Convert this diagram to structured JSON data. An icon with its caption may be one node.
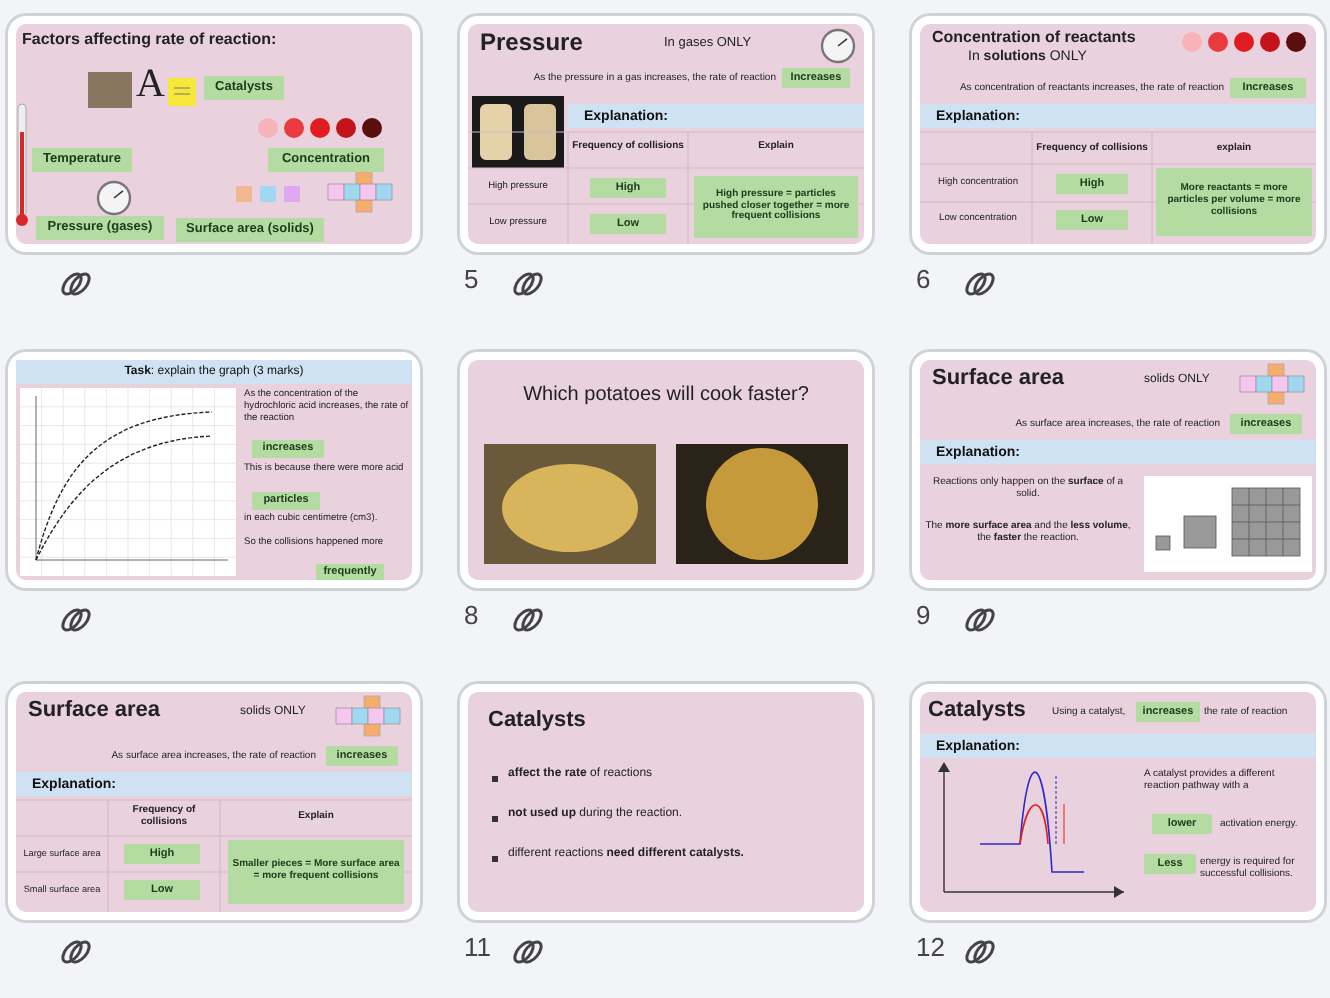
{
  "diagram": {
    "nodes": [
      {
        "text": [
          "Factors affecting rate of reaction:",
          "A"
        ]
      },
      {
        "text": [
          "Catalysts"
        ],
        "in": 0
      },
      {
        "text": [
          "Temperature"
        ],
        "in": 0
      },
      {
        "text": [
          "Concentration"
        ],
        "in": 0
      },
      {
        "text": [
          "Pressure (gases)"
        ],
        "in": 0
      },
      {
        "text": [
          "Surface area (solids)"
        ],
        "in": 0
      },
      {
        "text": [
          "Pressure",
          "In gases ONLY",
          "As the pressure in a gas increases, the rate of reaction",
          "Frequency of collisions",
          "Explain",
          "High pressure",
          "Low pressure"
        ],
        "beside": [
          "5"
        ]
      },
      {
        "text": [
          "Increases"
        ],
        "in": 6
      },
      {
        "text": [
          "Explanation:"
        ],
        "in": 6
      },
      {
        "text": [
          "High"
        ],
        "in": 6
      },
      {
        "text": [
          "Low"
        ],
        "in": 6
      },
      {
        "text": [
          "High pressure = particles pushed closer together = more frequent collisions"
        ],
        "in": 6
      },
      {
        "text": [
          "Concentration of reactants",
          "In **solutions** ONLY",
          "As concentration of reactants increases, the rate of reaction",
          "Frequency of collisions",
          "explain",
          "High concentration",
          "Low concentration"
        ],
        "beside": [
          "6"
        ]
      },
      {
        "text": [
          "Increases"
        ],
        "in": 12
      },
      {
        "text": [
          "Explanation:"
        ],
        "in": 12
      },
      {
        "text": [
          "High"
        ],
        "in": 12
      },
      {
        "text": [
          "Low"
        ],
        "in": 12
      },
      {
        "text": [
          "More reactants = more particles per volume = more collisions"
        ],
        "in": 12
      },
      {
        "text": [
          "As the concentration of the hydrochloric acid increases, the rate of the reaction",
          "This is because there were more acid",
          "in each cubic centimetre (cm3).",
          "So the collisions happened more"
        ]
      },
      {
        "text": [
          "**Task**: explain the graph (3 marks)"
        ],
        "in": 18
      },
      {
        "text": [
          "increases"
        ],
        "in": 18
      },
      {
        "text": [
          "particles"
        ],
        "in": 18
      },
      {
        "text": [
          "frequently"
        ],
        "in": 18
      },
      {
        "text": [
          "Which potatoes will cook faster?"
        ],
        "beside": [
          "8"
        ]
      },
      {
        "text": [
          "Surface area",
          "solids ONLY",
          "As surface area increases, the rate of reaction",
          "Reactions only happen on the **surface** of a solid.",
          "The **more surface area** and the **less volume**, the **faster** the reaction."
        ],
        "beside": [
          "9"
        ]
      },
      {
        "text": [
          "increases"
        ],
        "in": 24
      },
      {
        "text": [
          "Explanation:"
        ],
        "in": 24
      },
      {
        "text": [
          "Surface area",
          "solids ONLY",
          "As surface area increases, the rate of reaction",
          "Frequency of collisions",
          "Explain",
          "Large surface area",
          "Small surface area"
        ]
      },
      {
        "text": [
          "increases"
        ],
        "in": 27
      },
      {
        "text": [
          "Explanation:"
        ],
        "in": 27
      },
      {
        "text": [
          "High"
        ],
        "in": 27
      },
      {
        "text": [
          "Low"
        ],
        "in": 27
      },
      {
        "text": [
          "Smaller pieces = More surface area = more frequent collisions"
        ],
        "in": 27
      },
      {
        "text": [
          "Catalysts",
          "**affect the rate** of reactions",
          "**not used up** during the reaction.",
          "different reactions **need different catalysts.**"
        ],
        "beside": [
          "11"
        ]
      },
      {
        "text": [
          "Catalysts",
          "Using a catalyst,",
          "the rate of reaction",
          "A catalyst provides a different reaction pathway with a",
          "activation energy.",
          "energy is required for successful collisions."
        ],
        "beside": [
          "12"
        ]
      },
      {
        "text": [
          "increases"
        ],
        "in": 34
      },
      {
        "text": [
          "Explanation:"
        ],
        "in": 34
      },
      {
        "text": [
          "lower"
        ],
        "in": 34
      },
      {
        "text": [
          "Less"
        ],
        "in": 34
      }
    ]
  }
}
